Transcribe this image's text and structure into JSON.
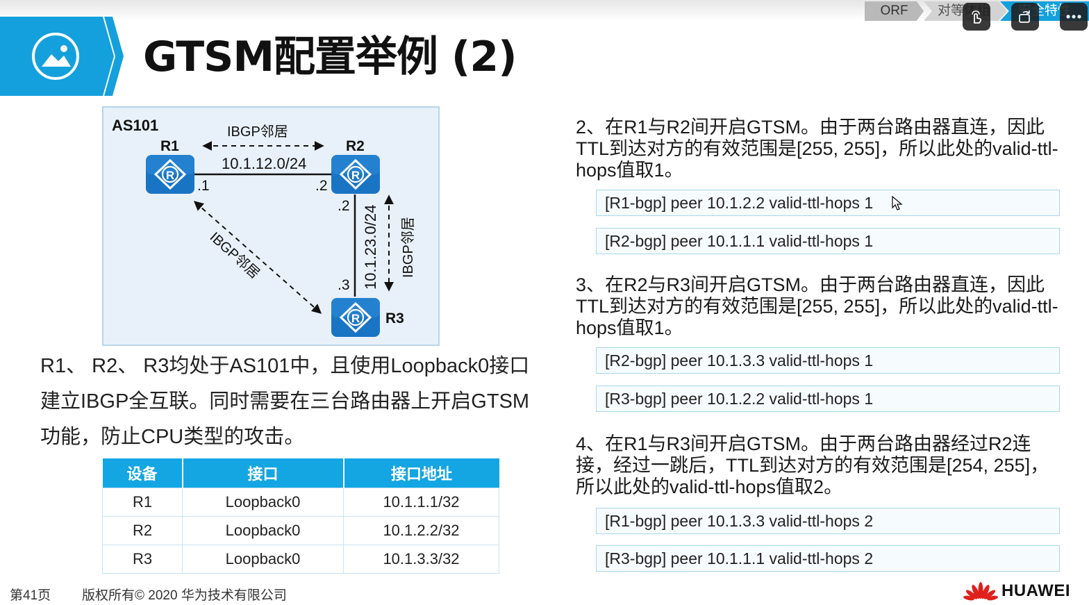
{
  "slide": {
    "title": "GTSM配置举例 (2)",
    "header_icon": "picture-icon"
  },
  "breadcrumb": {
    "items": [
      "ORF",
      "对等体组",
      "安全特性"
    ]
  },
  "overlay_controls": {
    "icons": [
      "touch-gesture-icon",
      "rotate-screen-icon",
      "more-options-icon"
    ]
  },
  "diagram": {
    "as_label": "AS101",
    "routers": [
      "R1",
      "R2",
      "R3"
    ],
    "router_glyph": "R",
    "links": {
      "r1_r2_subnet": "10.1.12.0/24",
      "r2_r3_subnet": "10.1.23.0/24",
      "r1_port": ".1",
      "r2_port_left": ".2",
      "r2_port_down": ".2",
      "r3_port": ".3"
    },
    "ibgp_labels": [
      "IBGP邻居",
      "IBGP邻居",
      "IBGP邻居"
    ]
  },
  "description": "R1、 R2、 R3均处于AS101中，且使用Loopback0接口建立IBGP全互联。同时需要在三台路由器上开启GTSM功能，防止CPU类型的攻击。",
  "iface_table": {
    "headers": [
      "设备",
      "接口",
      "接口地址"
    ],
    "rows": [
      [
        "R1",
        "Loopback0",
        "10.1.1.1/32"
      ],
      [
        "R2",
        "Loopback0",
        "10.1.2.2/32"
      ],
      [
        "R3",
        "Loopback0",
        "10.1.3.3/32"
      ]
    ]
  },
  "steps": [
    {
      "text": "2、在R1与R2间开启GTSM。由于两台路由器直连，因此TTL到达对方的有效范围是[255, 255]，所以此处的valid-ttl-hops值取1。",
      "commands": [
        "[R1-bgp] peer 10.1.2.2 valid-ttl-hops 1",
        "[R2-bgp] peer 10.1.1.1 valid-ttl-hops 1"
      ]
    },
    {
      "text": "3、在R2与R3间开启GTSM。由于两台路由器直连，因此TTL到达对方的有效范围是[255, 255]，所以此处的valid-ttl-hops值取1。",
      "commands": [
        "[R2-bgp] peer 10.1.3.3 valid-ttl-hops 1",
        "[R3-bgp] peer 10.1.2.2 valid-ttl-hops 1"
      ]
    },
    {
      "text": "4、在R1与R3间开启GTSM。由于两台路由器经过R2连接，经过一跳后，TTL到达对方的有效范围是[254, 255]，所以此处的valid-ttl-hops值取2。",
      "commands": [
        "[R1-bgp] peer 10.1.3.3 valid-ttl-hops 2",
        "[R3-bgp] peer 10.1.1.1 valid-ttl-hops 2"
      ]
    }
  ],
  "footer": {
    "page": "第41页",
    "copyright": "版权所有© 2020 华为技术有限公司",
    "brand": "HUAWEI"
  },
  "colors": {
    "accent": "#14a0dc",
    "router": "#1a74c4",
    "diagram_bg": "#e8f1f9",
    "brand_red": "#e0201b"
  }
}
